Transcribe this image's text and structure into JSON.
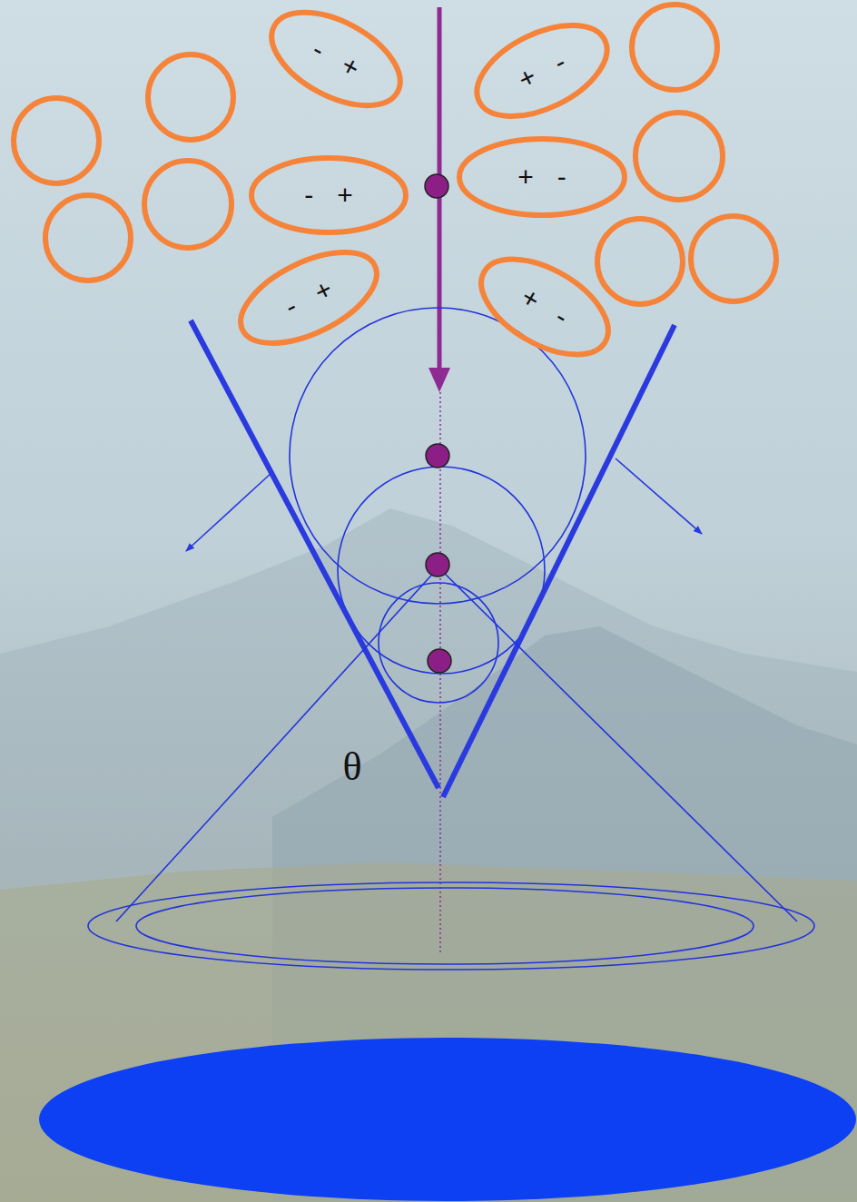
{
  "diagram": {
    "nodes": [
      {
        "text": [
          "-",
          "+"
        ]
      },
      {
        "text": [
          "+",
          "-"
        ]
      },
      {
        "text": [
          "-",
          "+"
        ]
      },
      {
        "text": [
          "+",
          "-"
        ]
      },
      {
        "text": [
          "-",
          "+"
        ]
      },
      {
        "text": [
          "+",
          "-"
        ]
      }
    ],
    "labels": [
      "θ"
    ]
  }
}
